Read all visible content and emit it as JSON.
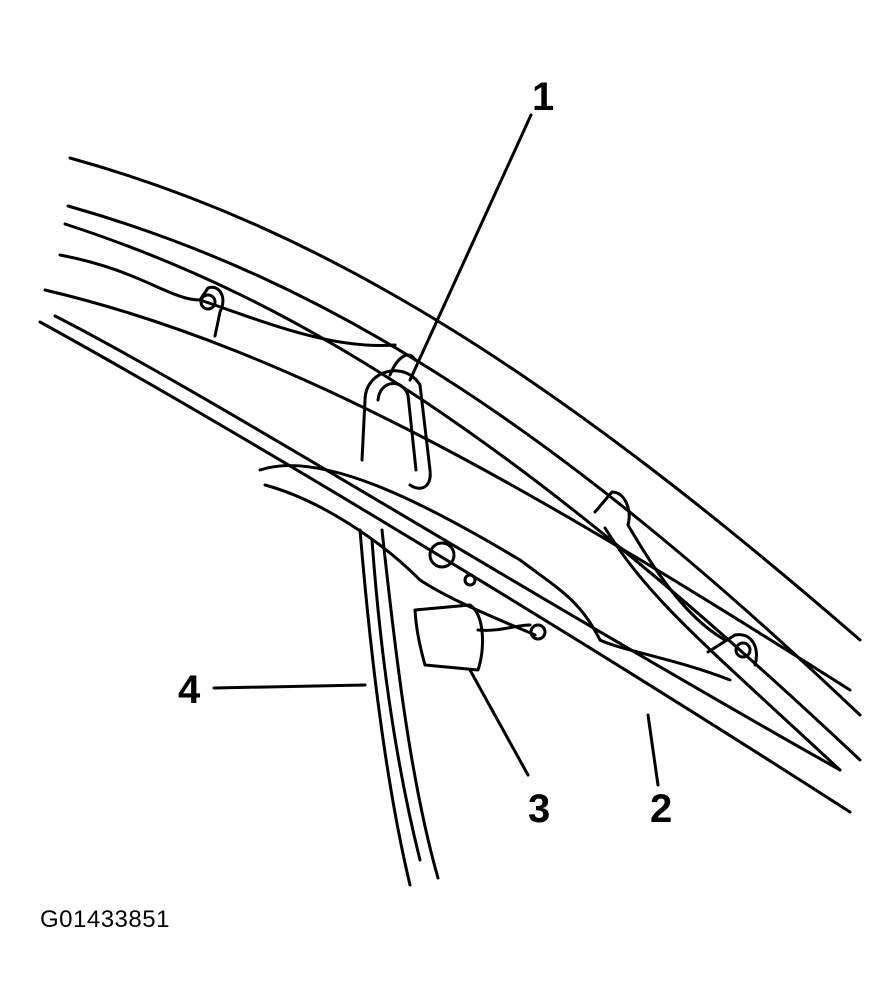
{
  "figure": {
    "code": "G01433851"
  },
  "callouts": [
    {
      "id": "1",
      "label": "1"
    },
    {
      "id": "2",
      "label": "2"
    },
    {
      "id": "3",
      "label": "3"
    },
    {
      "id": "4",
      "label": "4"
    }
  ]
}
